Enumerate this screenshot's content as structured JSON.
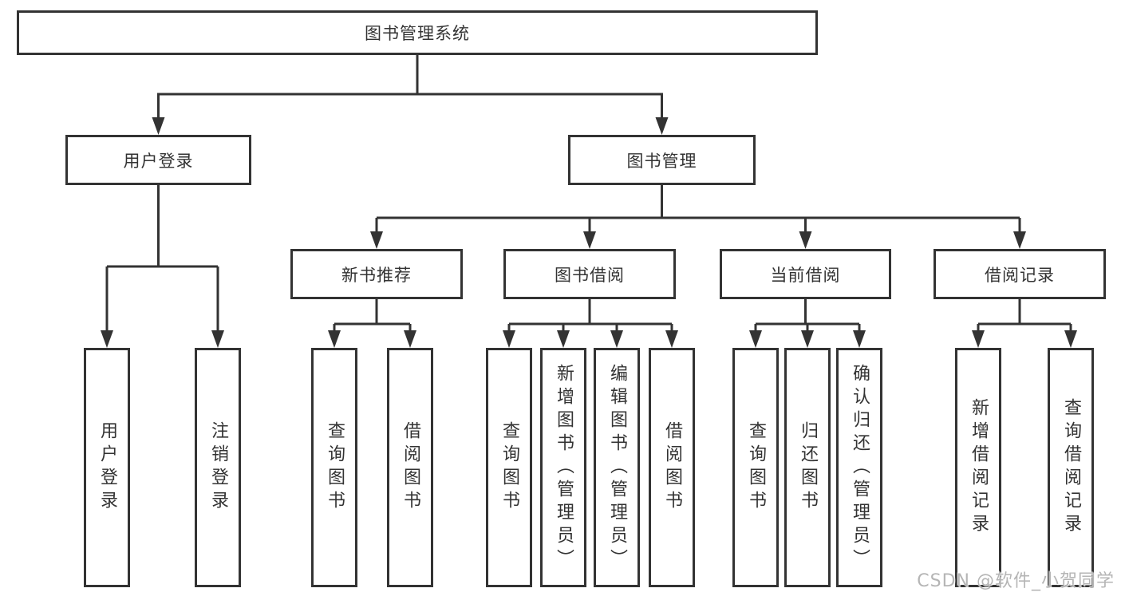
{
  "colors": {
    "line": "#333333",
    "background": "#ffffff",
    "text": "#333333",
    "watermark": "#b5b5b5"
  },
  "diagram": {
    "root": "图书管理系统",
    "level2": [
      {
        "label": "用户登录",
        "children": [
          "用户登录",
          "注销登录"
        ]
      },
      {
        "label": "图书管理",
        "groups": [
          {
            "label": "新书推荐",
            "children": [
              "查询图书",
              "借阅图书"
            ]
          },
          {
            "label": "图书借阅",
            "children": [
              "查询图书",
              "新增图书（管理员）",
              "编辑图书（管理员）",
              "借阅图书"
            ]
          },
          {
            "label": "当前借阅",
            "children": [
              "查询图书",
              "归还图书",
              "确认归还（管理员）"
            ]
          },
          {
            "label": "借阅记录",
            "children": [
              "新增借阅记录",
              "查询借阅记录"
            ]
          }
        ]
      }
    ]
  },
  "watermark": {
    "text": "CSDN @软件_小贺同学"
  }
}
